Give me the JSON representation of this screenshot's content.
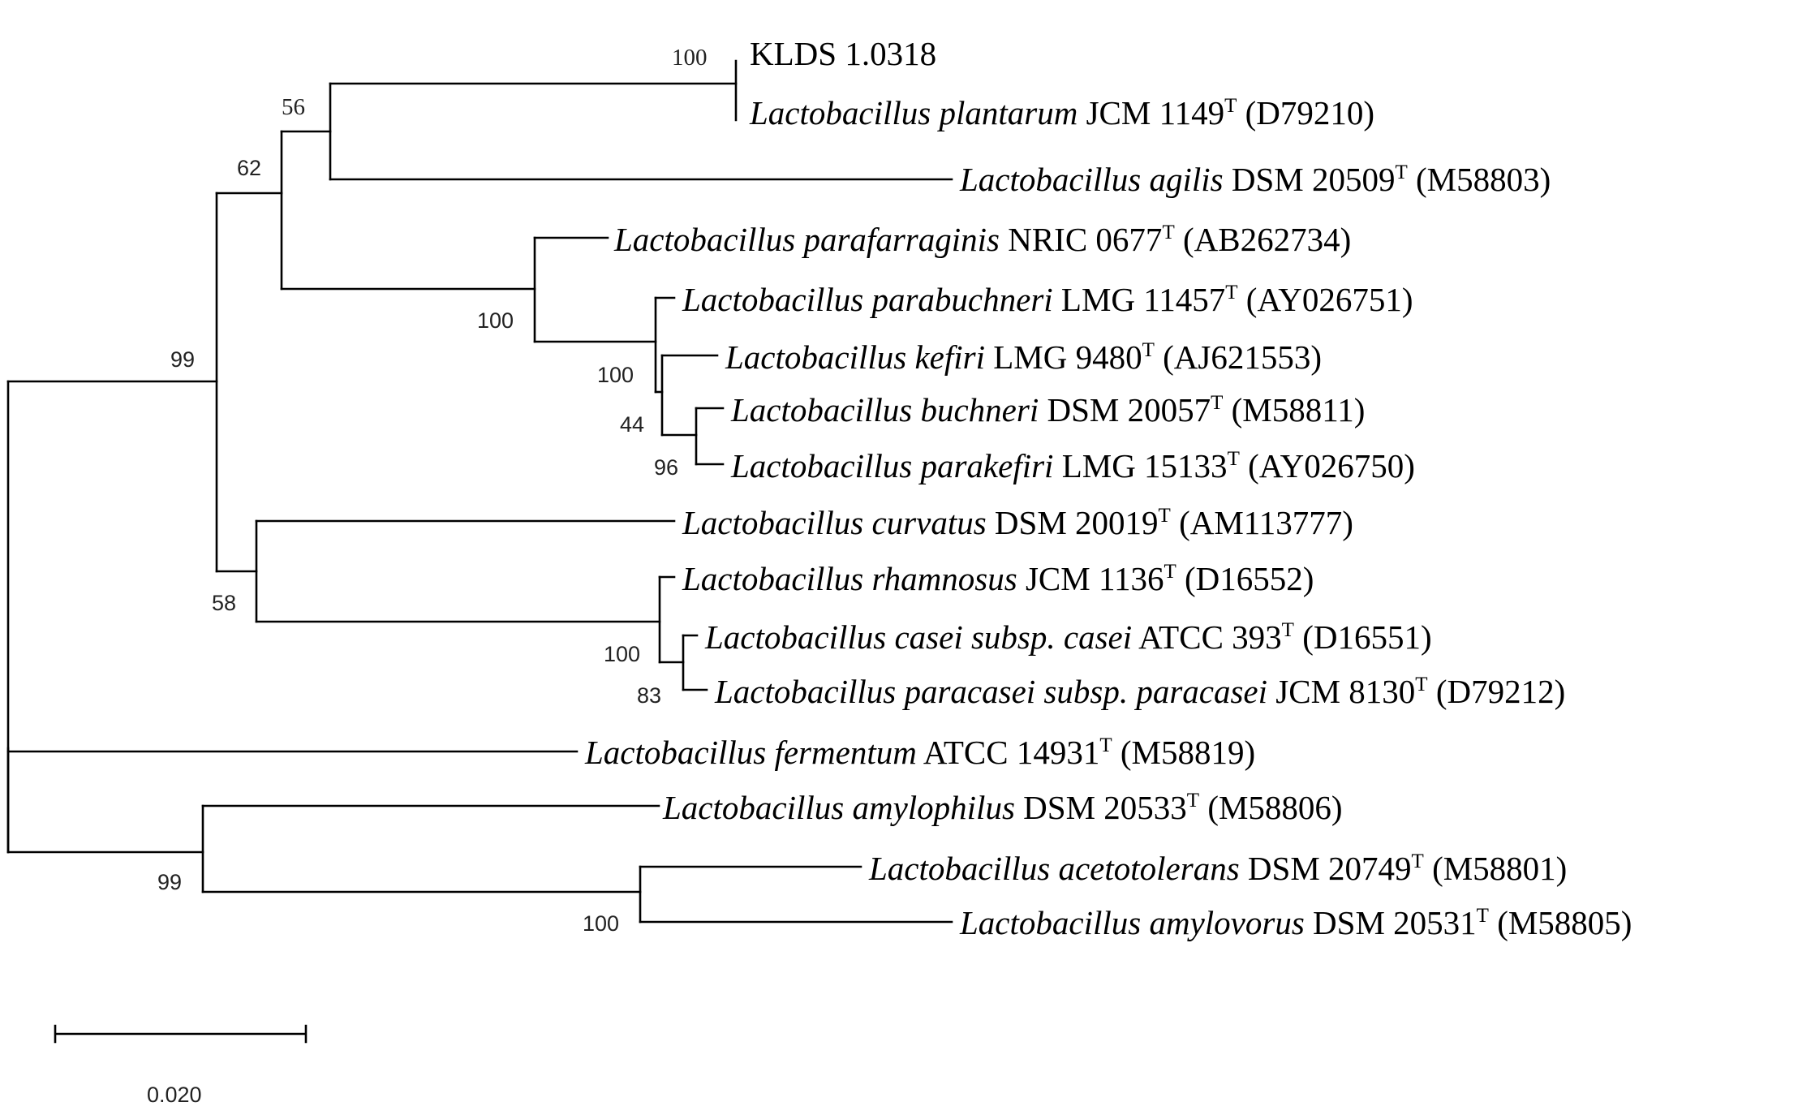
{
  "tree": {
    "taxa": {
      "kld": {
        "genus": "",
        "rest": "KLDS 1.0318",
        "sup": "",
        "acc": ""
      },
      "plantarum": {
        "genus": "Lactobacillus plantarum",
        "rest": " JCM 1149",
        "sup": "T",
        "acc": " (D79210)"
      },
      "agilis": {
        "genus": "Lactobacillus agilis",
        "rest": " DSM 20509",
        "sup": "T",
        "acc": " (M58803)"
      },
      "parafarraginis": {
        "genus": "Lactobacillus parafarraginis",
        "rest": " NRIC 0677",
        "sup": "T",
        "acc": " (AB262734)"
      },
      "parabuchneri": {
        "genus": "Lactobacillus parabuchneri",
        "rest": " LMG 11457",
        "sup": "T",
        "acc": " (AY026751)"
      },
      "kefiri": {
        "genus": "Lactobacillus kefiri",
        "rest": " LMG 9480",
        "sup": "T",
        "acc": " (AJ621553)"
      },
      "buchneri": {
        "genus": "Lactobacillus buchneri",
        "rest": " DSM 20057",
        "sup": "T",
        "acc": " (M58811)"
      },
      "parakefiri": {
        "genus": "Lactobacillus parakefiri",
        "rest": " LMG 15133",
        "sup": "T",
        "acc": " (AY026750)"
      },
      "curvatus": {
        "genus": "Lactobacillus curvatus",
        "rest": " DSM 20019",
        "sup": "T",
        "acc": " (AM113777)"
      },
      "rhamnosus": {
        "genus": "Lactobacillus rhamnosus",
        "rest": " JCM 1136",
        "sup": "T",
        "acc": " (D16552)"
      },
      "casei": {
        "genus": "Lactobacillus casei subsp. casei",
        "rest": " ATCC 393",
        "sup": "T",
        "acc": " (D16551)"
      },
      "paracasei": {
        "genus": "Lactobacillus paracasei subsp. paracasei",
        "rest": " JCM 8130",
        "sup": "T",
        "acc": " (D79212)"
      },
      "fermentum": {
        "genus": "Lactobacillus fermentum",
        "rest": " ATCC 14931",
        "sup": "T",
        "acc": " (M58819)"
      },
      "amylophilus": {
        "genus": "Lactobacillus amylophilus",
        "rest": " DSM 20533",
        "sup": "T",
        "acc": " (M58806)"
      },
      "acetotolerans": {
        "genus": "Lactobacillus acetotolerans",
        "rest": " DSM 20749",
        "sup": "T",
        "acc": " (M58801)"
      },
      "amylovorus": {
        "genus": "Lactobacillus amylovorus",
        "rest": " DSM 20531",
        "sup": "T",
        "acc": " (M58805)"
      }
    },
    "bootstrap": {
      "kld_plantarum": "100",
      "plantarum_agilis": "56",
      "n62": "62",
      "n99_top": "99",
      "buchneri_group": "100",
      "parabuchneri_group": "100",
      "n44": "44",
      "n96": "96",
      "n58": "58",
      "casei_group": "100",
      "n83": "83",
      "n99_bottom": "99",
      "acetotolerans_group": "100"
    },
    "scale_bar": {
      "label": "0.020"
    }
  }
}
